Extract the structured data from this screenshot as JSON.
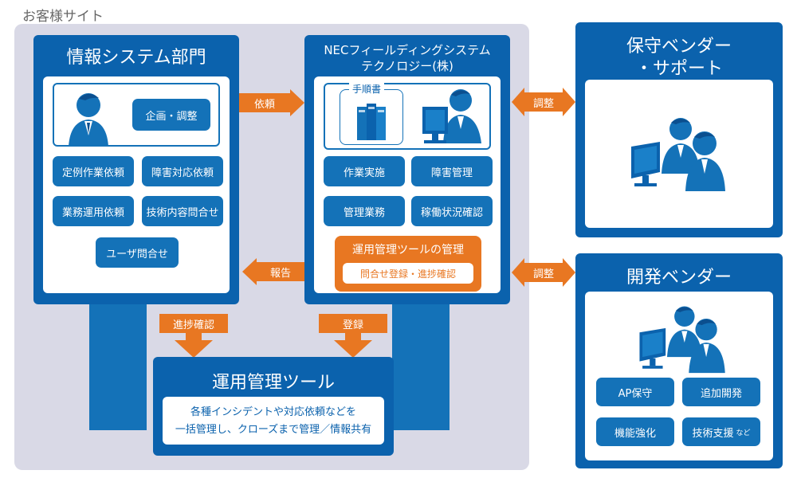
{
  "site_label": "お客様サイト",
  "info_dept": {
    "title": "情報システム部門",
    "planning": "企画・調整",
    "items": [
      "定例作業依頼",
      "障害対応依頼",
      "業務運用依頼",
      "技術内容問合せ",
      "ユーザ問合せ"
    ]
  },
  "nec": {
    "title_line1": "NECフィールディングシステム",
    "title_line2": "テクノロジー(株)",
    "manual_label": "手順書",
    "items": [
      "作業実施",
      "障害管理",
      "管理業務",
      "稼働状況確認"
    ],
    "tool_mgmt_title": "運用管理ツールの管理",
    "tool_mgmt_sub": "問合せ登録・進捗確認"
  },
  "arrows": {
    "request": "依頼",
    "report": "報告",
    "progress": "進捗確認",
    "register": "登録",
    "adjust1": "調整",
    "adjust2": "調整"
  },
  "tool": {
    "title": "運用管理ツール",
    "desc_line1": "各種インシデントや対応依頼などを",
    "desc_line2": "一括管理し、クローズまで管理／情報共有"
  },
  "maint_vendor": {
    "title_line1": "保守ベンダー",
    "title_line2": "・サポート"
  },
  "dev_vendor": {
    "title": "開発ベンダー",
    "items": [
      "AP保守",
      "追加開発",
      "機能強化",
      "技術支援"
    ],
    "suffix": "など"
  },
  "colors": {
    "primary_blue": "#0b62ad",
    "pill_blue": "#1472b8",
    "orange": "#e87722",
    "site_bg": "#d9d9e6"
  },
  "icons": [
    "person-icon",
    "person-at-computer-icon",
    "manual-binders-icon",
    "two-people-at-computer-icon"
  ]
}
